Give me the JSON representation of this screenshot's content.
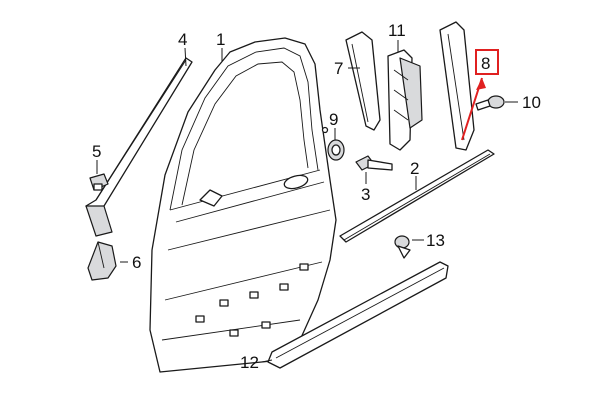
{
  "diagram": {
    "callouts": [
      {
        "id": "c1",
        "text": "1"
      },
      {
        "id": "c2",
        "text": "2"
      },
      {
        "id": "c3",
        "text": "3"
      },
      {
        "id": "c4",
        "text": "4"
      },
      {
        "id": "c5",
        "text": "5"
      },
      {
        "id": "c6",
        "text": "6"
      },
      {
        "id": "c7",
        "text": "7"
      },
      {
        "id": "c8",
        "text": "8"
      },
      {
        "id": "c9",
        "text": "9"
      },
      {
        "id": "c10",
        "text": "10"
      },
      {
        "id": "c11",
        "text": "11"
      },
      {
        "id": "c12",
        "text": "12"
      },
      {
        "id": "c13",
        "text": "13"
      }
    ],
    "highlight": {
      "callout": "8",
      "color": "#e02020"
    },
    "line_color": "#1a1a1a",
    "shade_color": "#d9dadc"
  }
}
